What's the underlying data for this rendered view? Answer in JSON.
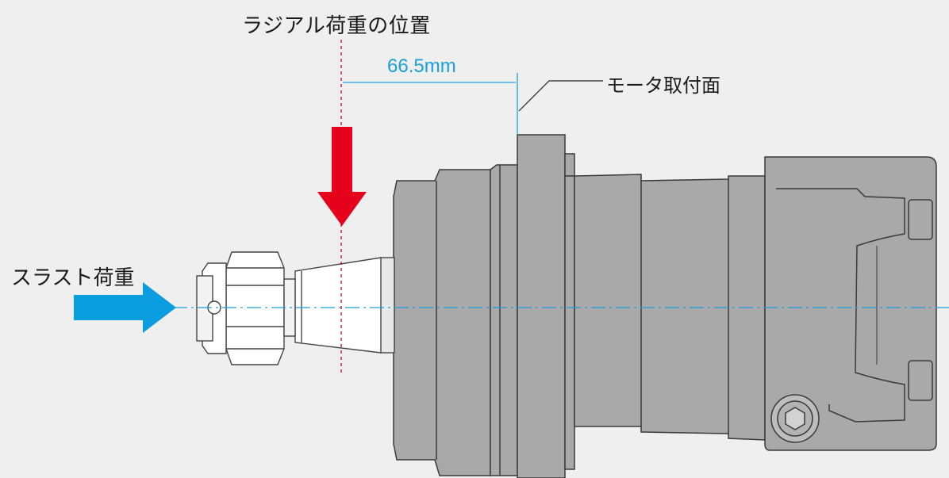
{
  "labels": {
    "radial_load_position": "ラジアル荷重の位置",
    "distance": "66.5mm",
    "motor_mounting_face": "モータ取付面",
    "thrust_load": "スラスト荷重"
  },
  "colors": {
    "background": "#efefef",
    "motor_body": "#a9a9a9",
    "motor_outline": "#3a3a3a",
    "radial_arrow": "#e5001c",
    "thrust_arrow": "#0a9ee0",
    "centerline": "#1aa0dc",
    "radial_line": "#d4001a"
  },
  "icons": {
    "radial_load": "arrow-down-icon",
    "thrust_load": "arrow-right-icon",
    "hex_socket": "hexagon-icon"
  }
}
